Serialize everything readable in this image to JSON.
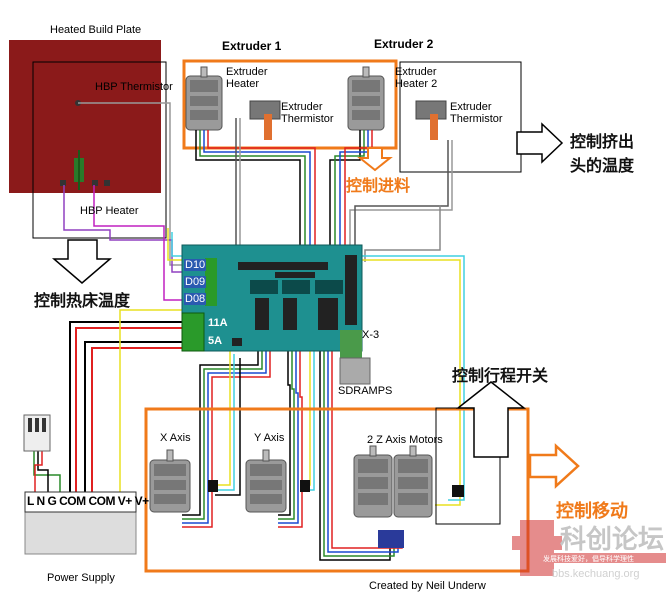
{
  "labels": {
    "heated_build_plate": "Heated Build Plate",
    "hbp_thermistor": "HBP Thermistor",
    "hbp_heater": "HBP Heater",
    "extruder1": "Extruder 1",
    "extruder2": "Extruder 2",
    "extruder_heater": "Extruder Heater",
    "extruder_heater2": "Extruder Heater 2",
    "extruder_thermistor": "Extruder Thermistor",
    "extruder_thermistor2": "Extruder Thermistor",
    "d10": "D10",
    "d09": "D09",
    "d08": "D08",
    "amp11": "11A",
    "amp5": "5A",
    "ramps_fragment": "X-3",
    "sdramps": "SDRAMPS",
    "x_axis": "X Axis",
    "y_axis": "Y Axis",
    "z_axis": "2 Z Axis Motors",
    "power_supply": "Power Supply",
    "psu_terminals": "L N G COM COM V+ V+",
    "credit": "Created by Neil Underw"
  },
  "annotations": {
    "extruder_temp": "控制挤出头的温度",
    "extruder_temp_line1": "控制挤出",
    "extruder_temp_line2": "头的温度",
    "feed": "控制进料",
    "bed_temp": "控制热床温度",
    "endstop": "控制行程开关",
    "movement": "控制移动"
  },
  "watermark": {
    "name": "科创论坛",
    "slogan": "发展科技爱好，倡导科学理性",
    "url": "bbs.kechuang.org"
  },
  "colors": {
    "orange": "#f07a1a",
    "bed": "#8b1a1a",
    "board": "#1e9090",
    "motor": "#9a9a9a"
  }
}
